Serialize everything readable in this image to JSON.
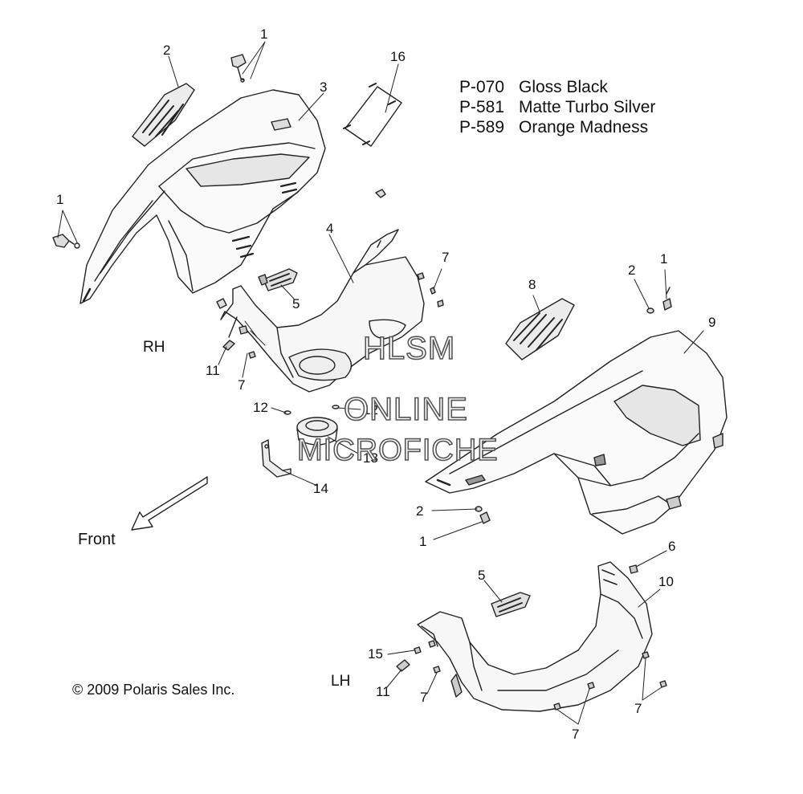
{
  "legend": [
    {
      "code": "P-070",
      "name": "Gloss Black"
    },
    {
      "code": "P-581",
      "name": "Matte Turbo Silver"
    },
    {
      "code": "P-589",
      "name": "Orange Madness"
    }
  ],
  "labels": {
    "rh": "RH",
    "lh": "LH",
    "front": "Front",
    "copyright": "© 2009 Polaris Sales Inc."
  },
  "watermark": {
    "line1": "HLSM",
    "line2": "ONLINE",
    "line3": "MICROFICHE"
  },
  "callouts": [
    {
      "id": "c1a",
      "text": "1"
    },
    {
      "id": "c2a",
      "text": "2"
    },
    {
      "id": "c3",
      "text": "3"
    },
    {
      "id": "c16",
      "text": "16"
    },
    {
      "id": "c1b",
      "text": "1"
    },
    {
      "id": "c4",
      "text": "4"
    },
    {
      "id": "c7a",
      "text": "7"
    },
    {
      "id": "c5a",
      "text": "5"
    },
    {
      "id": "c11a",
      "text": "11"
    },
    {
      "id": "c7b",
      "text": "7"
    },
    {
      "id": "c12a",
      "text": "12"
    },
    {
      "id": "c12b",
      "text": "12"
    },
    {
      "id": "c13",
      "text": "13"
    },
    {
      "id": "c14",
      "text": "14"
    },
    {
      "id": "c8",
      "text": "8"
    },
    {
      "id": "c2b",
      "text": "2"
    },
    {
      "id": "c1c",
      "text": "1"
    },
    {
      "id": "c9",
      "text": "9"
    },
    {
      "id": "c2c",
      "text": "2"
    },
    {
      "id": "c1d",
      "text": "1"
    },
    {
      "id": "c6",
      "text": "6"
    },
    {
      "id": "c5b",
      "text": "5"
    },
    {
      "id": "c10",
      "text": "10"
    },
    {
      "id": "c15",
      "text": "15"
    },
    {
      "id": "c11b",
      "text": "11"
    },
    {
      "id": "c7c",
      "text": "7"
    },
    {
      "id": "c7d",
      "text": "7"
    },
    {
      "id": "c7e",
      "text": "7"
    }
  ]
}
